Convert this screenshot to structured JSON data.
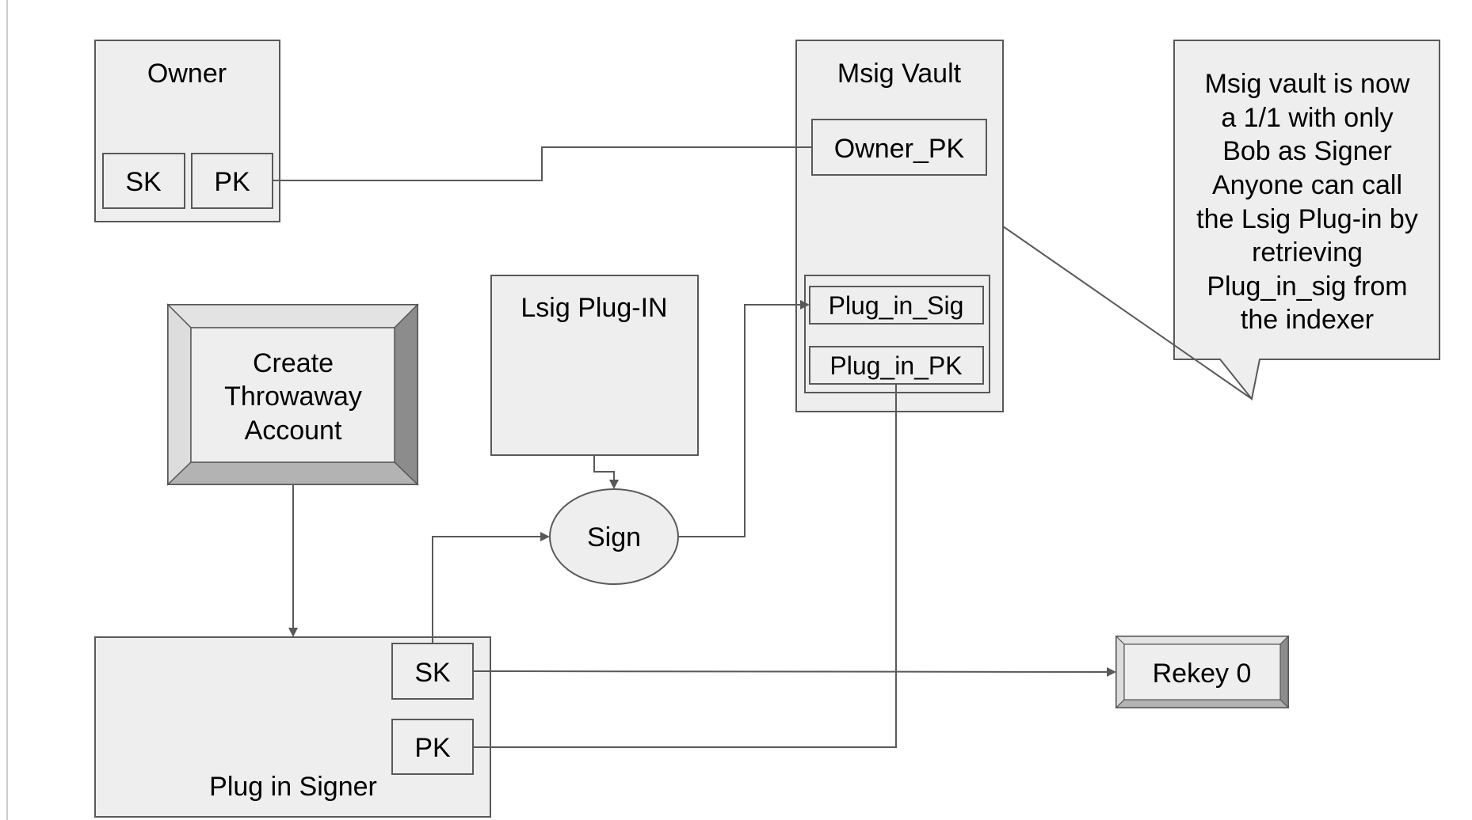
{
  "colors": {
    "box_fill": "#eeeeee",
    "stroke": "#595959",
    "bevel_light": "#d9d9d9",
    "bevel_dark": "#8c8c8c",
    "bevel_mid": "#b3b3b3",
    "text": "#000000",
    "background": "#ffffff"
  },
  "owner": {
    "title": "Owner",
    "sk_label": "SK",
    "pk_label": "PK"
  },
  "msig_vault": {
    "title": "Msig Vault",
    "owner_pk_label": "Owner_PK",
    "plug_in_sig_label": "Plug_in_Sig",
    "plug_in_pk_label": "Plug_in_PK"
  },
  "callout": {
    "lines": [
      "Msig vault is now",
      "a 1/1 with only",
      "Bob as Signer",
      "Anyone can call",
      "the Lsig Plug-in by",
      "retrieving",
      "Plug_in_sig from",
      "the indexer"
    ]
  },
  "create_account": {
    "lines": [
      "Create",
      "Throwaway",
      "Account"
    ]
  },
  "lsig_plugin": {
    "title": "Lsig Plug-IN"
  },
  "sign": {
    "label": "Sign"
  },
  "plug_in_signer": {
    "title": "Plug in Signer",
    "sk_label": "SK",
    "pk_label": "PK"
  },
  "rekey": {
    "label": "Rekey 0"
  }
}
